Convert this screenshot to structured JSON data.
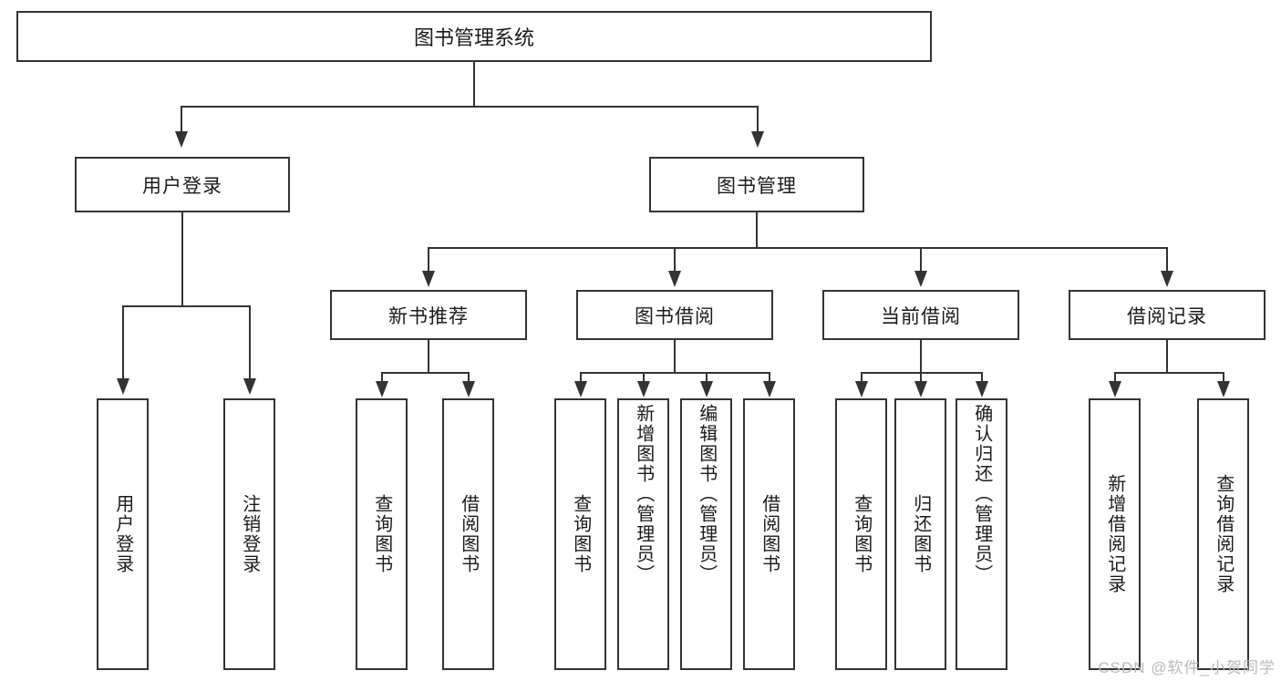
{
  "diagram": {
    "type": "tree-hierarchy",
    "title": "图书管理系统",
    "root": {
      "label": "图书管理系统"
    },
    "level2": [
      {
        "label": "用户登录"
      },
      {
        "label": "图书管理"
      }
    ],
    "level3": [
      {
        "label": "新书推荐"
      },
      {
        "label": "图书借阅"
      },
      {
        "label": "当前借阅"
      },
      {
        "label": "借阅记录"
      }
    ],
    "leaves": {
      "user_login": [
        {
          "label": "用户登录"
        },
        {
          "label": "注销登录"
        }
      ],
      "new_book_recommend": [
        {
          "label": "查询图书"
        },
        {
          "label": "借阅图书"
        }
      ],
      "book_borrow": [
        {
          "label": "查询图书"
        },
        {
          "label": "新增图书（管理员）"
        },
        {
          "label": "编辑图书（管理员）"
        },
        {
          "label": "借阅图书"
        }
      ],
      "current_borrow": [
        {
          "label": "查询图书"
        },
        {
          "label": "归还图书"
        },
        {
          "label": "确认归还（管理员）"
        }
      ],
      "borrow_record": [
        {
          "label": "新增借阅记录"
        },
        {
          "label": "查询借阅记录"
        }
      ]
    }
  },
  "watermark": {
    "text": "CSDN @软件_小贺同学"
  },
  "colors": {
    "line": "#333333",
    "text": "#1a1a1a",
    "background": "#ffffff",
    "watermark": "#b9b9b9"
  }
}
